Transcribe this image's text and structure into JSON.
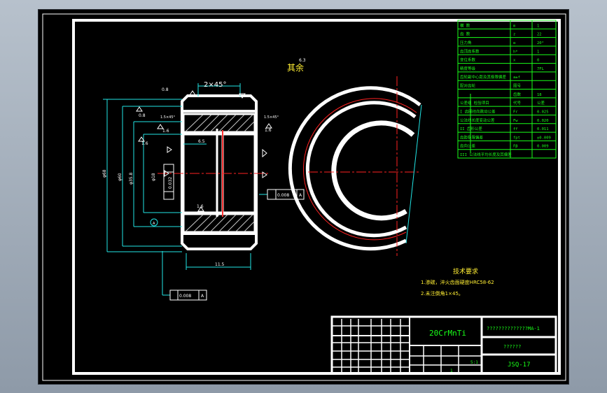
{
  "drawing": {
    "chamfer_top": "2×45°",
    "chamfer_small_left": "1.5×45°",
    "chamfer_small_right": "1.5×45°",
    "roughness_top": "0.8",
    "roughness_left_1": "0.8",
    "roughness_left_2": "1.6",
    "roughness_left_3": "1.6",
    "roughness_right": "1.6",
    "roughness_bottom": "1.6",
    "roughness_other_label": "其余",
    "roughness_other_value": "6.3",
    "dim_outer": "φ68",
    "dim_mid": "φ60",
    "dim_inner1": "φ35.8",
    "dim_inner2": "φ18",
    "dim_hub": "6.5",
    "dim_width": "11.5",
    "tolerance_runout": "0.008",
    "tolerance_runout_ref": "A",
    "tolerance_bottom": "0.008",
    "tolerance_bottom_ref": "A",
    "tolerance_vertical": "0.032",
    "datum_label": "A",
    "tech_req_title": "技术要求",
    "tech_req_1": "1.渗碳，淬火齿面硬度HRC58-62",
    "tech_req_2": "2.未注倒角1×45。"
  },
  "param_table": {
    "rows": [
      {
        "name": "模 数",
        "sym": "m",
        "val": "1"
      },
      {
        "name": "齿 数",
        "sym": "z",
        "val": "22"
      },
      {
        "name": "压力角",
        "sym": "α",
        "val": "20°"
      },
      {
        "name": "齿顶高系数",
        "sym": "h*",
        "val": "1"
      },
      {
        "name": "变位系数",
        "sym": "x",
        "val": "0"
      },
      {
        "name": "精度等级",
        "sym": "",
        "val": "7FL"
      },
      {
        "name": "齿轮副中心距及其极限偏差",
        "sym": "a±f",
        "val": ""
      },
      {
        "name": "配对齿轮",
        "sym": "图号",
        "val": ""
      },
      {
        "name": "",
        "sym": "齿数",
        "val": "18"
      },
      {
        "name": "公差组 检验项目",
        "sym": "代号",
        "val": "公差"
      },
      {
        "name": "I 齿圈径向跳动公差",
        "sym": "Fr",
        "val": "0.025"
      },
      {
        "name": "公法线长度变动公差",
        "sym": "Fw",
        "val": "0.020"
      },
      {
        "name": "II 齿形公差",
        "sym": "ff",
        "val": "0.011"
      },
      {
        "name": "齿距极限偏差",
        "sym": "fpt",
        "val": "±0.009"
      },
      {
        "name": "齿向公差",
        "sym": "Fβ",
        "val": "0.009"
      },
      {
        "name": "III 公法线平均长度及其偏差",
        "sym": "",
        "val": ""
      }
    ]
  },
  "title_block": {
    "material": "20CrMnTi",
    "part_name": "??????????????MA-1",
    "company": "??????",
    "drawing_no": "JSQ-17",
    "scale_cell": "5:1",
    "count_cell": "1"
  }
}
